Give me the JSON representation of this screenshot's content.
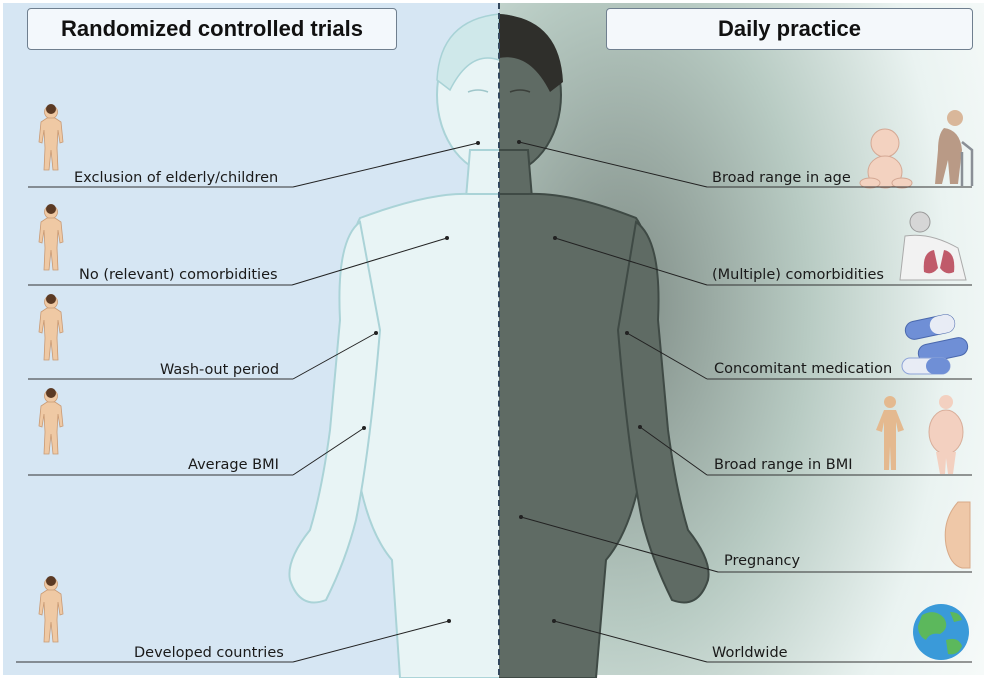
{
  "titles": {
    "left": "Randomized controlled trials",
    "right": "Daily practice"
  },
  "left_items": [
    {
      "label": "Exclusion of elderly/children",
      "icon": "person-figure-icon"
    },
    {
      "label": "No (relevant) comorbidities",
      "icon": "person-figure-icon"
    },
    {
      "label": "Wash-out period",
      "icon": "person-figure-icon"
    },
    {
      "label": "Average BMI",
      "icon": "person-figure-icon"
    },
    {
      "label": "Developed countries",
      "icon": "person-figure-icon"
    }
  ],
  "right_items": [
    {
      "label": "Broad range in age",
      "icon": "baby-and-elderly-icon"
    },
    {
      "label": "(Multiple) comorbidities",
      "icon": "lungs-patient-icon"
    },
    {
      "label": "Concomitant medication",
      "icon": "capsules-icon"
    },
    {
      "label": "Broad range in  BMI",
      "icon": "body-sizes-icon"
    },
    {
      "label": "Pregnancy",
      "icon": "pregnant-belly-icon"
    },
    {
      "label": "Worldwide",
      "icon": "globe-icon"
    }
  ],
  "colors": {
    "left_background": "#d6e6f3",
    "right_background": "#b8cbc3",
    "left_body": "#e8f4f6",
    "right_body": "#5d6962",
    "skin": "#efc9a4"
  }
}
